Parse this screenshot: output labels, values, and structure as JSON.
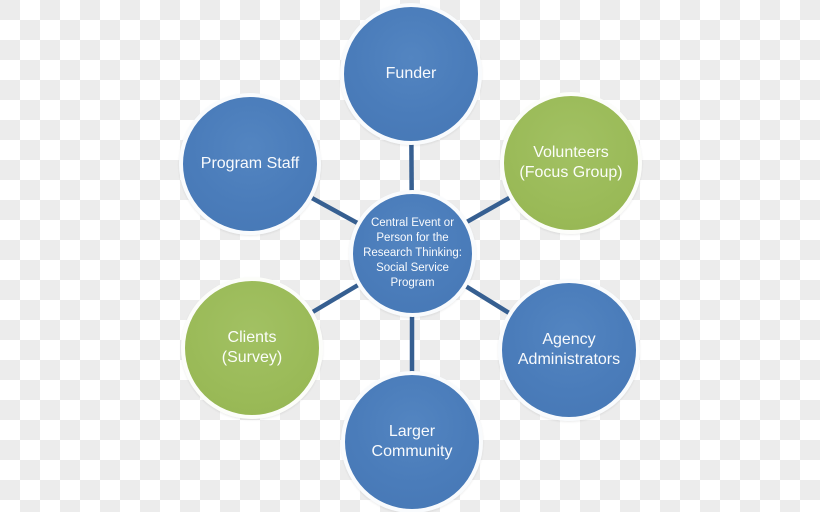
{
  "diagram": {
    "center": {
      "label": "Central Event or Person for the Research Thinking: Social Service Program",
      "color_name": "blue"
    },
    "nodes": [
      {
        "id": "funder",
        "label": "Funder",
        "color_name": "blue"
      },
      {
        "id": "program-staff",
        "label": "Program Staff",
        "color_name": "blue"
      },
      {
        "id": "volunteers",
        "label": "Volunteers (Focus Group)",
        "color_name": "green"
      },
      {
        "id": "clients",
        "label": "Clients (Survey)",
        "color_name": "green"
      },
      {
        "id": "agency-administrators",
        "label": "Agency Administrators",
        "color_name": "blue"
      },
      {
        "id": "larger-community",
        "label": "Larger Community",
        "color_name": "blue"
      }
    ],
    "colors": {
      "blue_fill": "#4a7cba",
      "green_fill": "#9bbb59",
      "connector_line": "#365f91",
      "node_text": "#ffffff",
      "node_border": "#ffffff",
      "checker_white": "#ffffff",
      "checker_gray": "#ececec"
    }
  }
}
